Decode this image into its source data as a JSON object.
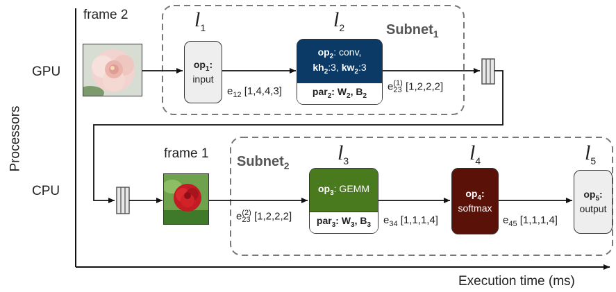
{
  "axes": {
    "y_title": "Processors",
    "x_title": "Execution time (ms)",
    "gpu": "GPU",
    "cpu": "CPU"
  },
  "frames": {
    "frame2": "frame 2",
    "frame1": "frame 1"
  },
  "subnets": {
    "subnet1": {
      "base": "Subnet",
      "sub": "1"
    },
    "subnet2": {
      "base": "Subnet",
      "sub": "2"
    }
  },
  "layers": [
    {
      "base": "l",
      "sub": "1"
    },
    {
      "base": "l",
      "sub": "2"
    },
    {
      "base": "l",
      "sub": "3"
    },
    {
      "base": "l",
      "sub": "4"
    },
    {
      "base": "l",
      "sub": "5"
    }
  ],
  "ops": {
    "op1": {
      "name": "op",
      "sub": "1",
      "colon": ":",
      "text": "input"
    },
    "op2": {
      "name": "op",
      "sub": "2",
      "text": ": conv,",
      "kh": "kh",
      "kh_sub": "2",
      "kh_val": ":3, ",
      "kw": "kw",
      "kw_sub": "2",
      "kw_val": ":3",
      "par": "par",
      "par_sub": "2",
      "par_text": ": W",
      "w_sub": "2",
      "comma": ", B",
      "b_sub": "2"
    },
    "op3": {
      "name": "op",
      "sub": "3",
      "text": ": GEMM",
      "par": "par",
      "par_sub": "3",
      "par_text": ": W",
      "w_sub": "3",
      "comma": ", B",
      "b_sub": "3"
    },
    "op4": {
      "name": "op",
      "sub": "4",
      "colon": ":",
      "text": "softmax"
    },
    "op5": {
      "name": "op",
      "sub": "5",
      "colon": ":",
      "text": "output"
    }
  },
  "edges": {
    "e12": {
      "base": "e",
      "sub": "12",
      "dims": " [1,4,4,3]"
    },
    "e23_gpu": {
      "base": "e",
      "sub": "23",
      "sup": "(1)",
      "dims": " [1,2,2,2]"
    },
    "e23_cpu": {
      "base": "e",
      "sub": "23",
      "sup": "(2)",
      "dims": " [1,2,2,2]"
    },
    "e34": {
      "base": "e",
      "sub": "34",
      "dims": " [1,1,1,4]"
    },
    "e45": {
      "base": "e",
      "sub": "45",
      "dims": " [1,1,1,4]"
    }
  },
  "colors": {
    "op2": "#0b3a66",
    "op3": "#4a7a1e",
    "op4": "#5a1208",
    "node_gray": "#eeeeee",
    "dashed": "#777777"
  },
  "icons": {
    "buffer": "buffer-icon",
    "frame2_image": "pink-peony-photo",
    "frame1_image": "red-rose-photo"
  }
}
